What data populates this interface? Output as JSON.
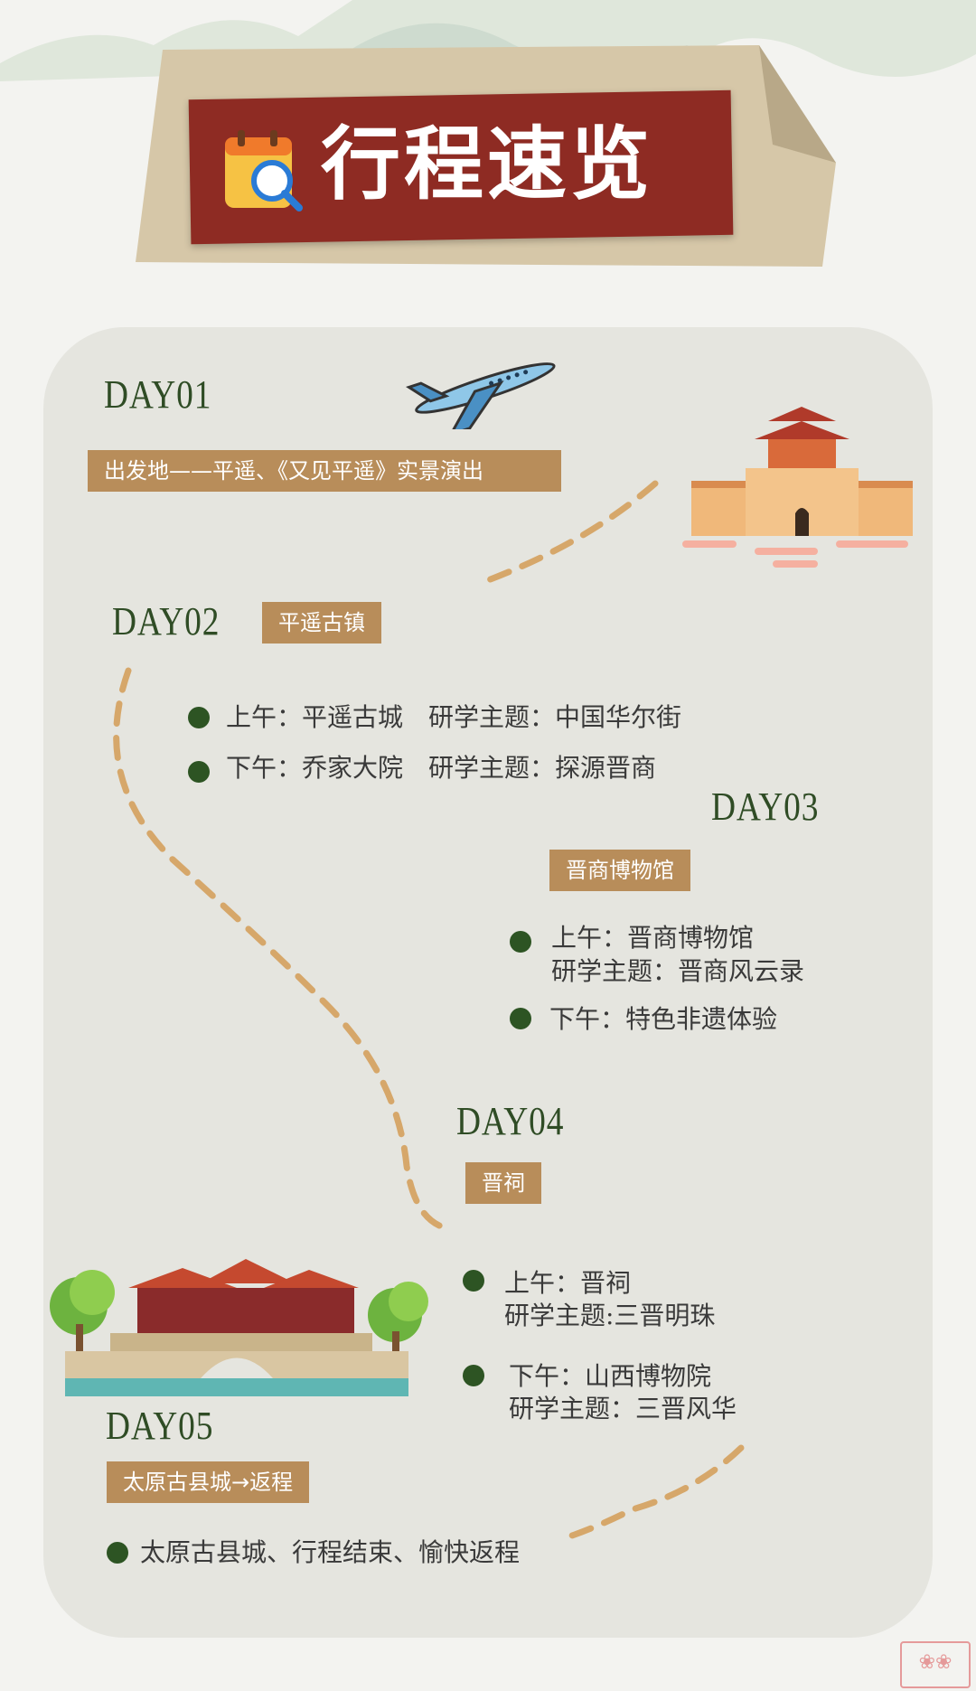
{
  "header": {
    "title": "行程速览"
  },
  "days": [
    {
      "day": "DAY01",
      "tag": "出发地——平遥、《又见平遥》实景演出",
      "items": []
    },
    {
      "day": "DAY02",
      "tag": "平遥古镇",
      "items": [
        {
          "line1": "上午：平遥古城　研学主题：中国华尔街"
        },
        {
          "line1": "下午：乔家大院　研学主题：探源晋商"
        }
      ]
    },
    {
      "day": "DAY03",
      "tag": "晋商博物馆",
      "items": [
        {
          "line1": "上午：晋商博物馆",
          "line2": "研学主题：晋商风云录"
        },
        {
          "line1": "下午：特色非遗体验"
        }
      ]
    },
    {
      "day": "DAY04",
      "tag": "晋祠",
      "items": [
        {
          "line1": "上午：晋祠",
          "line2": "研学主题:三晋明珠"
        },
        {
          "line1": "下午：山西博物院",
          "line2": "研学主题：三晋风华"
        }
      ]
    },
    {
      "day": "DAY05",
      "tag": "太原古县城→返程",
      "items": [
        {
          "line1": "太原古县城、行程结束、愉快返程"
        }
      ]
    }
  ],
  "colors": {
    "banner": "#8e2b23",
    "tag": "#b88d5a",
    "dot": "#2d5423",
    "day_text": "#2f4c25",
    "card": "#e5e5df"
  },
  "icons": [
    "calendar-search-icon",
    "airplane-icon",
    "city-gate-icon",
    "bridge-temple-icon"
  ]
}
